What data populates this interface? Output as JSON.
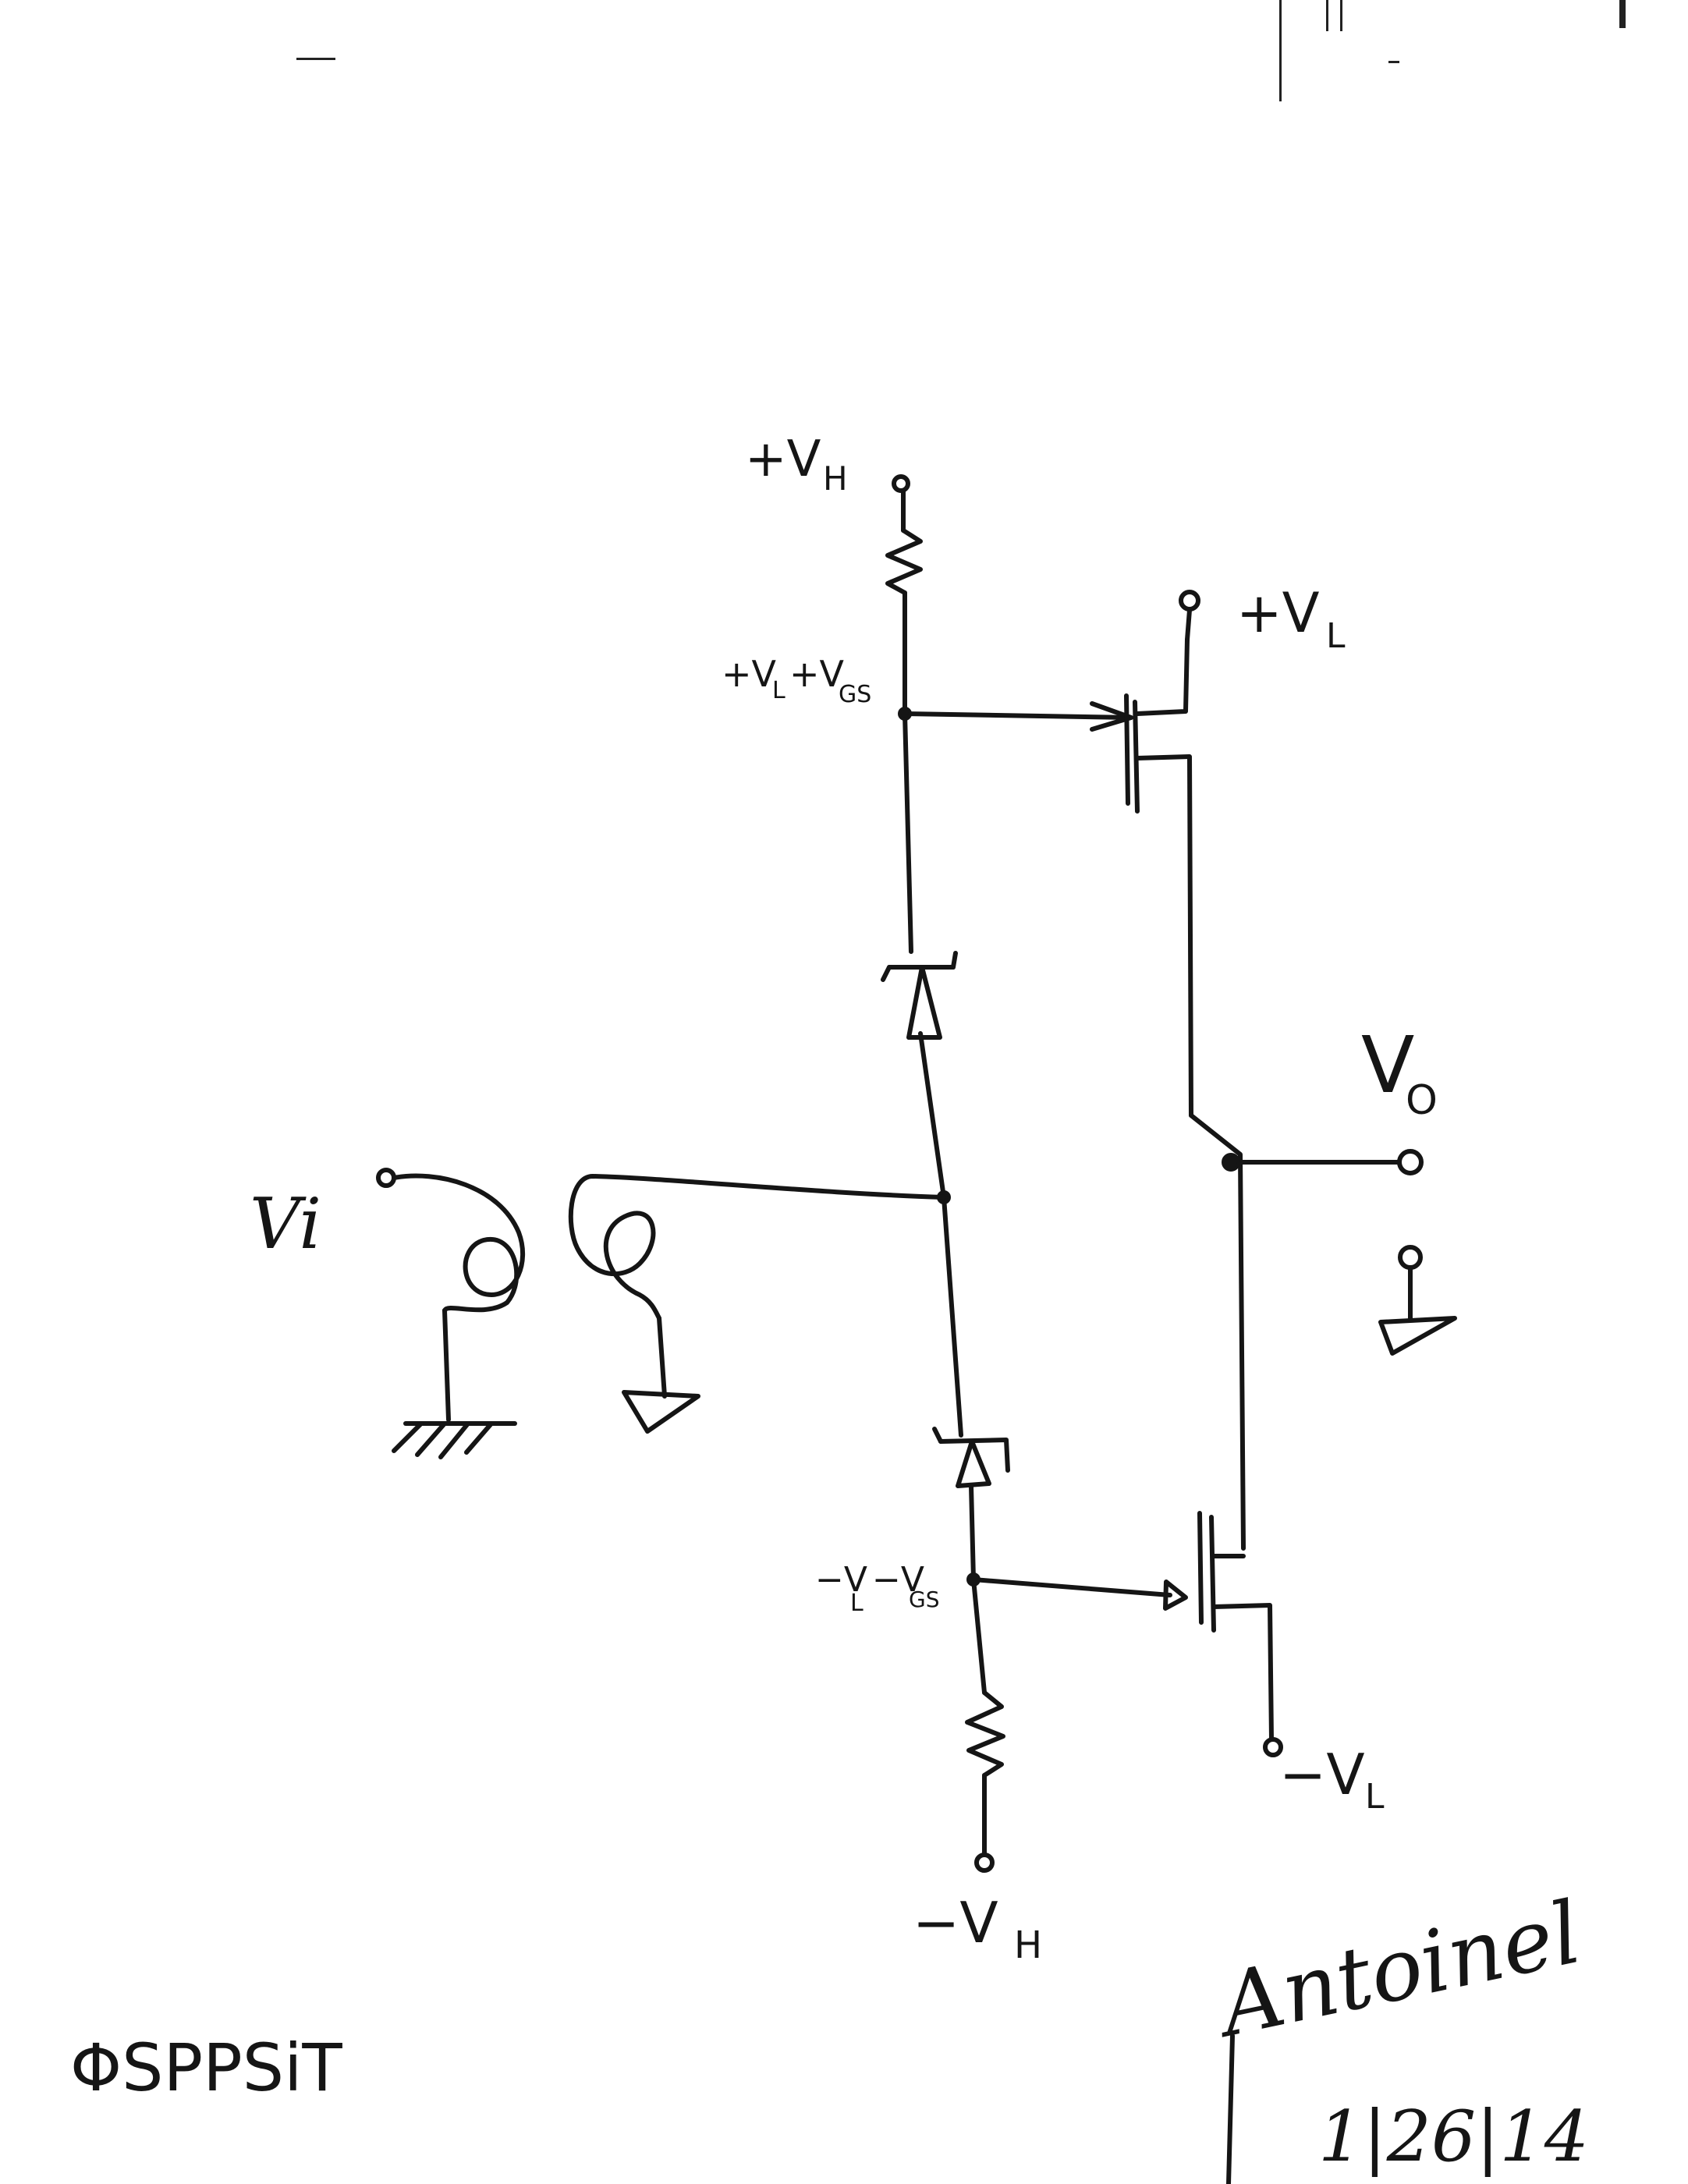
{
  "labels": {
    "plus_vh": "+V",
    "plus_vh_sub": "H",
    "plus_vl": "+V",
    "plus_vl_sub": "L",
    "upper_node_a": "+V",
    "upper_node_a_sub": "L",
    "upper_node_b": "+V",
    "upper_node_b_sub": "GS",
    "vo": "V",
    "vo_sub": "O",
    "vi": "Vi",
    "lower_node_a": "−V",
    "lower_node_a_sub": "L",
    "lower_node_b": "−V",
    "lower_node_b_sub": "GS",
    "minus_vl": "−V",
    "minus_vl_sub": "L",
    "minus_vh": "−V",
    "minus_vh_sub": "H"
  },
  "footer": {
    "code": "ΦSPPSiT",
    "signature": "Antoinel",
    "date": "1|26|14"
  }
}
